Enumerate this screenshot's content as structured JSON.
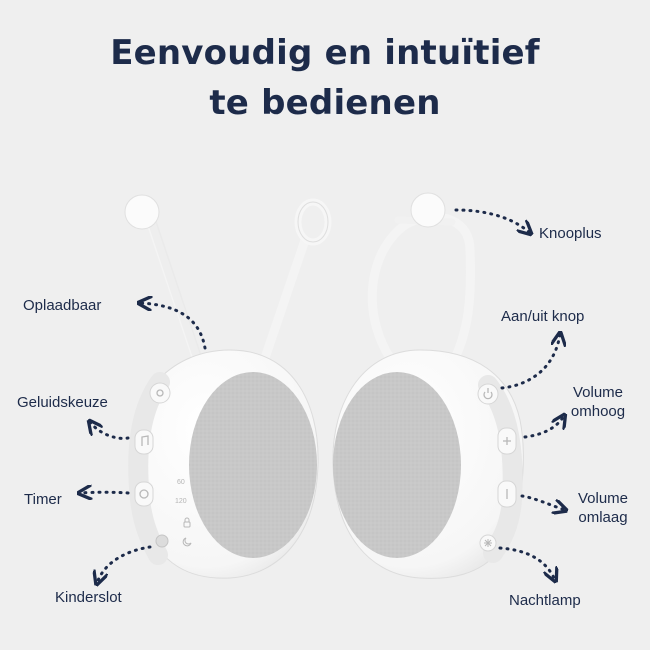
{
  "title": {
    "line1": "Eenvoudig en intuïtief",
    "line2": "te bedienen"
  },
  "device_left": {
    "labels": {
      "charging": "Oplaadbaar",
      "sound_choice": "Geluidskeuze",
      "timer": "Timer",
      "child_lock": "Kinderslot"
    },
    "timer_values": [
      "60",
      "120"
    ]
  },
  "device_right": {
    "labels": {
      "knoop_plus": "Knooplus",
      "power": "Aan/uit knop",
      "volume_up_1": "Volume",
      "volume_up_2": "omhoog",
      "volume_down_1": "Volume",
      "volume_down_2": "omlaag",
      "night_light": "Nachtlamp"
    }
  },
  "colors": {
    "background": "#efefef",
    "text": "#1d2b4a",
    "device_body": "#fbfbfb",
    "speaker_grille": "#c9c9c9",
    "arrow": "#1d2b4a"
  },
  "icons": [
    "power-icon",
    "plus-icon",
    "minus-icon",
    "sun-icon",
    "music-icon",
    "timer-icon",
    "moon-icon",
    "lock-icon"
  ]
}
